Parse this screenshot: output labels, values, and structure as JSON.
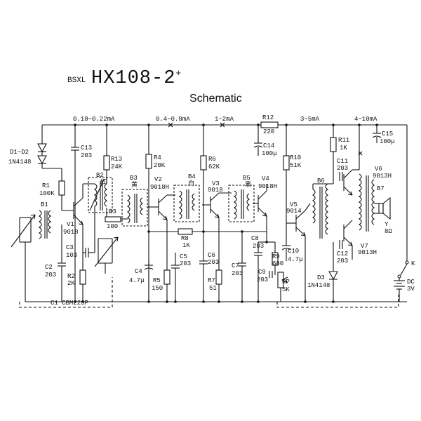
{
  "header": {
    "brand": "BSXL",
    "model": "HX108-2",
    "model_sup": "+",
    "subtitle": "Schematic"
  },
  "currents": [
    "0.18~0.22mA",
    "0.4~0.8mA",
    "1~2mA",
    "3~5mA",
    "4~10mA"
  ],
  "components": {
    "r12": "R12",
    "r12_val": "220",
    "d1d2": "D1~D2",
    "d1d2_val": "1N4148",
    "c13": "C13",
    "c13_val": "203",
    "r13": "R13",
    "r13_val": "24K",
    "r4": "R4",
    "r4_val": "20K",
    "r6": "R6",
    "r6_val": "62K",
    "c14": "C14",
    "c14_val": "100μ",
    "r10": "R10",
    "r10_val": "51K",
    "r11": "R11",
    "r11_val": "1K",
    "c15": "C15",
    "c15_val": "100μ",
    "r1": "R1",
    "r1_val": "100K",
    "b1": "B1",
    "b2": "B2",
    "b2_color": "红",
    "b3": "B3",
    "b3_color": "黄",
    "b4": "B4",
    "b4_color": "白",
    "b5": "B5",
    "b5_color": "黑",
    "b6": "B6",
    "b7": "B7",
    "v1": "V1",
    "v1_type": "9018",
    "v2": "V2",
    "v2_type": "9018H",
    "v3": "V3",
    "v3_type": "9018",
    "v4": "V4",
    "v4_type": "9018H",
    "v5": "V5",
    "v5_type": "9014",
    "v6": "V6",
    "v6_type": "9013H",
    "v7": "V7",
    "v7_type": "9013H",
    "c11": "C11",
    "c11_val": "203",
    "c12": "C12",
    "c12_val": "203",
    "r3": "R3",
    "r3_val": "100",
    "c3": "C3",
    "c3_val": "103",
    "c2": "C2",
    "c2_val": "203",
    "r2": "R2",
    "r2_val": "2K",
    "r8": "R8",
    "r8_val": "1K",
    "c4": "C4",
    "c4_val": "4.7μ",
    "r5": "R5",
    "r5_val": "150",
    "c5": "C5",
    "c5_val": "203",
    "c6": "C6",
    "c6_val": "203",
    "r7": "R7",
    "r7_val": "51",
    "c7": "C7",
    "c7_val": "203",
    "c8": "C8",
    "c8_val": "203",
    "c9": "C9",
    "c9_val": "203",
    "r9": "R9",
    "r9_val": "680",
    "rp": "RP",
    "rp_val": "5K",
    "c10": "C10",
    "c10_val": "4.7μ",
    "d3": "D3",
    "d3_val": "1N4148",
    "speaker_y": "Y",
    "speaker_val": "8Ω",
    "switch_k": "K",
    "battery": "DC",
    "battery_val": "3V",
    "c1": "C1 CBM223P"
  },
  "colors": {
    "ink": "#111111",
    "paper": "#ffffff"
  }
}
